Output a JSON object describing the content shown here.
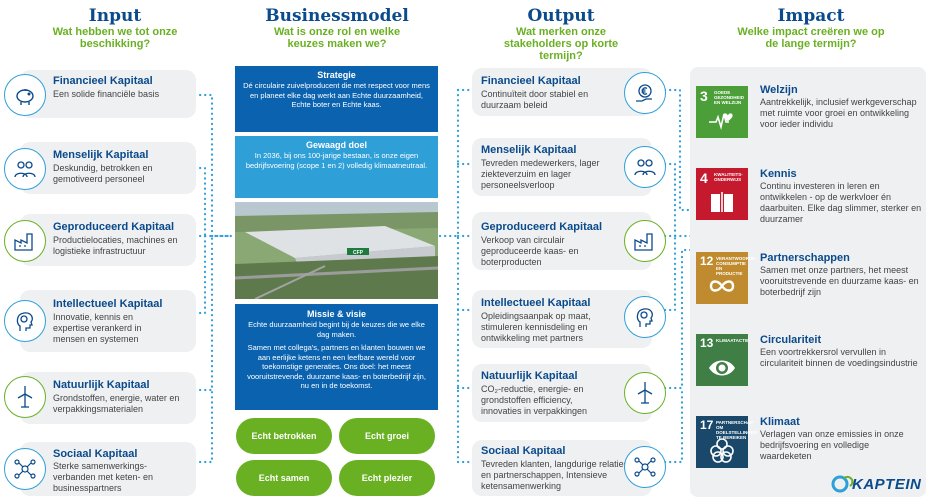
{
  "columns": {
    "input": {
      "title": "Input",
      "subtitle": "Wat hebben we tot onze beschikking?"
    },
    "business": {
      "title": "Businessmodel",
      "subtitle": "Wat is onze rol en welke keuzes maken we?"
    },
    "output": {
      "title": "Output",
      "subtitle": "Wat merken onze stakeholders op korte termijn?"
    },
    "impact": {
      "title": "Impact",
      "subtitle": "Welke impact creëren we op de lange termijn?"
    }
  },
  "input_cards": [
    {
      "title": "Financieel Kapitaal",
      "desc": "Een solide financiële basis",
      "icon": "piggy-bank-icon"
    },
    {
      "title": "Menselijk Kapitaal",
      "desc": "Deskundig, betrokken en gemotiveerd personeel",
      "icon": "people-icon"
    },
    {
      "title": "Geproduceerd Kapitaal",
      "desc": "Productielocaties, machines en logistieke infrastructuur",
      "icon": "factory-icon"
    },
    {
      "title": "Intellectueel Kapitaal",
      "desc": "Innovatie, kennis en expertise verankerd in mensen en systemen",
      "icon": "brain-head-icon"
    },
    {
      "title": "Natuurlijk Kapitaal",
      "desc": "Grondstoffen, energie, water en verpakkingsmaterialen",
      "icon": "wind-turbine-icon"
    },
    {
      "title": "Sociaal Kapitaal",
      "desc": "Sterke samenwerkings-verbanden met keten- en businesspartners",
      "icon": "network-icon"
    }
  ],
  "business": {
    "strategy": {
      "title": "Strategie",
      "desc": "Dé circulaire zuivelproducent die met respect voor mens en planeet elke dag werkt aan Echte duurzaamheid, Echte boter en Echte kaas."
    },
    "goal": {
      "title": "Gewaagd doel",
      "desc": "In 2036, bij ons 100-jarige bestaan, is onze eigen bedrijfsvoering (scope 1 en 2) volledig klimaatneutraal."
    },
    "photo_sign": "CFP",
    "mission": {
      "title": "Missie & visie",
      "desc1": "Echte duurzaamheid begint bij de keuzes die we elke dag maken.",
      "desc2": "Samen met collega's, partners en klanten bouwen we aan eerlijke ketens en een leefbare wereld voor toekomstige generaties. Ons doel: het meest vooruitstrevende, duurzame kaas- en boterbedrijf zijn, nu en in de toekomst."
    },
    "values": [
      "Echt betrokken",
      "Echt groei",
      "Echt samen",
      "Echt plezier"
    ]
  },
  "output_cards": [
    {
      "title": "Financieel Kapitaal",
      "desc": "Continuïteit door stabiel en duurzaam beleid",
      "icon": "euro-hand-icon"
    },
    {
      "title": "Menselijk Kapitaal",
      "desc": "Tevreden medewerkers, lager ziekteverzuim en lager personeelsverloop",
      "icon": "people-icon"
    },
    {
      "title": "Geproduceerd Kapitaal",
      "desc": "Verkoop van circulair geproduceerde kaas- en boterproducten",
      "icon": "factory-icon"
    },
    {
      "title": "Intellectueel Kapitaal",
      "desc": "Opleidingsaanpak op maat, stimuleren kennisdeling en ontwikkeling met partners",
      "icon": "brain-head-icon"
    },
    {
      "title": "Natuurlijk Kapitaal",
      "desc": "CO₂-reductie, energie- en grondstoffen efficiency, innovaties in verpakkingen",
      "icon": "wind-turbine-icon"
    },
    {
      "title": "Sociaal Kapitaal",
      "desc": "Tevreden klanten, langdurige relaties en partnerschappen, Intensieve ketensamenwerking",
      "icon": "network-icon"
    }
  ],
  "impact": [
    {
      "title": "Welzijn",
      "desc": "Aantrekkelijk, inclusief werkgeverschap met ruimte voor groei en ontwikkeling voor ieder individu",
      "sdg_num": "3",
      "sdg_label": "GOEDE GEZONDHEID EN WELZIJN",
      "color": "#4c9f38",
      "icon": "heartbeat-icon"
    },
    {
      "title": "Kennis",
      "desc": "Continu investeren in leren en ontwikkelen - op de werkvloer én daarbuiten. Elke dag slimmer, sterker en duurzamer",
      "sdg_num": "4",
      "sdg_label": "KWALITEITS-ONDERWIJS",
      "color": "#c5192d",
      "icon": "book-icon"
    },
    {
      "title": "Partnerschappen",
      "desc": "Samen met onze partners, het meest vooruitstrevende en duurzame kaas- en boterbedrijf zijn",
      "sdg_num": "12",
      "sdg_label": "VERANTWOORDE CONSUMPTIE EN PRODUCTIE",
      "color": "#bf8b2e",
      "icon": "infinity-icon"
    },
    {
      "title": "Circulariteit",
      "desc": "Een voortrekkersrol vervullen in circulariteit binnen de voedingsindustrie",
      "sdg_num": "13",
      "sdg_label": "KLIMAATACTIE",
      "color": "#3f7e44",
      "icon": "eye-globe-icon"
    },
    {
      "title": "Klimaat",
      "desc": "Verlagen van onze emissies in onze bedrijfsvoering en volledige waardeketen",
      "sdg_num": "17",
      "sdg_label": "PARTNERSCHAP OM DOELSTELLINGEN TE BEREIKEN",
      "color": "#19486a",
      "icon": "partnership-icon"
    }
  ],
  "logo": {
    "text": "KAPTEIN"
  },
  "colors": {
    "blue": "#0b4a8b",
    "green": "#6ab023",
    "light_blue": "#2f9fd8"
  }
}
